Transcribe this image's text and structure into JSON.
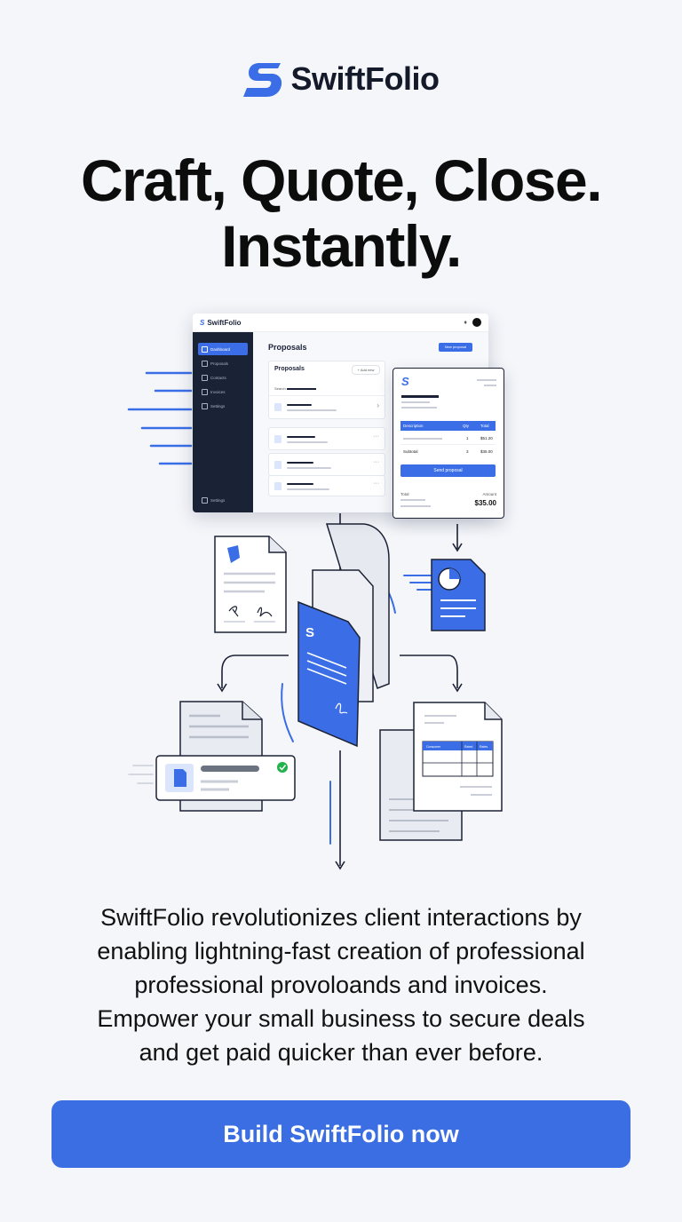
{
  "brand": {
    "name": "SwiftFolio",
    "logo_letter": "S"
  },
  "headline": {
    "line1": "Craft, Quote, Close.",
    "line2": "Instantly."
  },
  "mockup": {
    "app_name": "SwiftFolio",
    "sidebar": [
      "Dashboard",
      "Proposals",
      "Contacts",
      "Invoices",
      "Settings"
    ],
    "sidebar_bottom": "Settings",
    "page_title": "Proposals",
    "new_button": "New proposal",
    "card_title": "Proposals",
    "card_button": "+ Add new",
    "search_label": "Search",
    "invoice": {
      "logo_letter": "S",
      "columns": [
        "Description",
        "Qty",
        "Total"
      ],
      "rows": [
        {
          "qty": "1",
          "total": "$51.20"
        },
        {
          "label": "Subtotal",
          "qty": "3",
          "total": "$35.00"
        }
      ],
      "button": "Send proposal",
      "total_label": "Total",
      "amount_label": "Amount",
      "total_value": "$35.00"
    },
    "doc_logo_letter": "S",
    "table_columns": [
      "Consumer",
      "Rated",
      "Rates"
    ]
  },
  "description": {
    "line1": "SwiftFolio revolutionizes client interactions by",
    "line2": "enabling lightning-fast creation of professional",
    "line3": "professional provoloands and invoices.",
    "line4": "Empower your small business to secure deals",
    "line5": "and get paid quicker than ever before."
  },
  "cta": {
    "label": "Build SwiftFolio now"
  },
  "colors": {
    "accent": "#3c6ee3",
    "dark": "#1a2236",
    "background": "#f4f6fa"
  }
}
